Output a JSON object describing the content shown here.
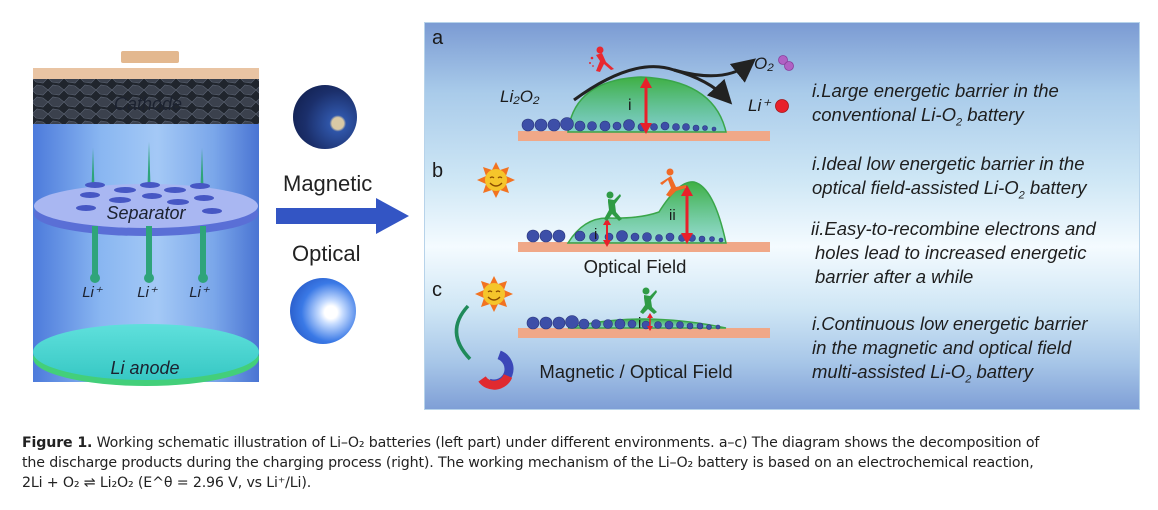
{
  "figure": {
    "left_battery": {
      "labels": {
        "cathode": "Cathode",
        "separator": "Separator",
        "li_ion": "Li⁺",
        "anode": "Li anode"
      }
    },
    "middle": {
      "magnetic_label": "Magnetic",
      "optical_label": "Optical",
      "icons": [
        "magnetic-field-earth-icon",
        "optical-light-icon",
        "right-arrow-icon"
      ]
    },
    "panel": {
      "a": {
        "letter": "a",
        "reactant_label": "Li₂O₂",
        "barrier_label": "i",
        "product_o2": "O₂",
        "product_li": "Li⁺",
        "description_line1": "i.Large energetic barrier in the",
        "description_line2_pre": "conventional Li-O",
        "description_line2_sub": "2",
        "description_line2_post": " battery"
      },
      "b": {
        "letter": "b",
        "barrier_i": "i",
        "barrier_ii": "ii",
        "field_label": "Optical Field",
        "description1_line1": "i.Ideal low energetic barrier in the",
        "description1_line2_pre": "optical field-assisted Li-O",
        "description1_line2_sub": "2",
        "description1_line2_post": " battery",
        "description2_line1": "ii.Easy-to-recombine electrons and",
        "description2_line2": "holes lead to increased energetic",
        "description2_line3": "barrier after a while"
      },
      "c": {
        "letter": "c",
        "barrier_i": "i",
        "field_label": "Magnetic / Optical Field",
        "description_line1": "i.Continuous low energetic barrier",
        "description_line2": "in the magnetic and optical field",
        "description_line3_pre": "multi-assisted Li-O",
        "description_line3_sub": "2",
        "description_line3_post": " battery"
      }
    },
    "colors": {
      "barrier_green": "#3aa64a",
      "arrow_red": "#e8202a",
      "substrate": "#f0a888",
      "particle_blue": "#3d4fa8",
      "main_arrow": "#3355c4"
    }
  },
  "caption": {
    "label": "Figure 1.",
    "line1": " Working schematic illustration of Li–O₂ batteries (left part) under different environments. a–c) The diagram shows the decomposition of",
    "line2": "the discharge products during the charging process (right). The working mechanism of the Li–O₂ battery is based on an electrochemical reaction,",
    "line3": "2Li + O₂ ⇌ Li₂O₂ (E^θ = 2.96 V, vs Li⁺/Li)."
  }
}
